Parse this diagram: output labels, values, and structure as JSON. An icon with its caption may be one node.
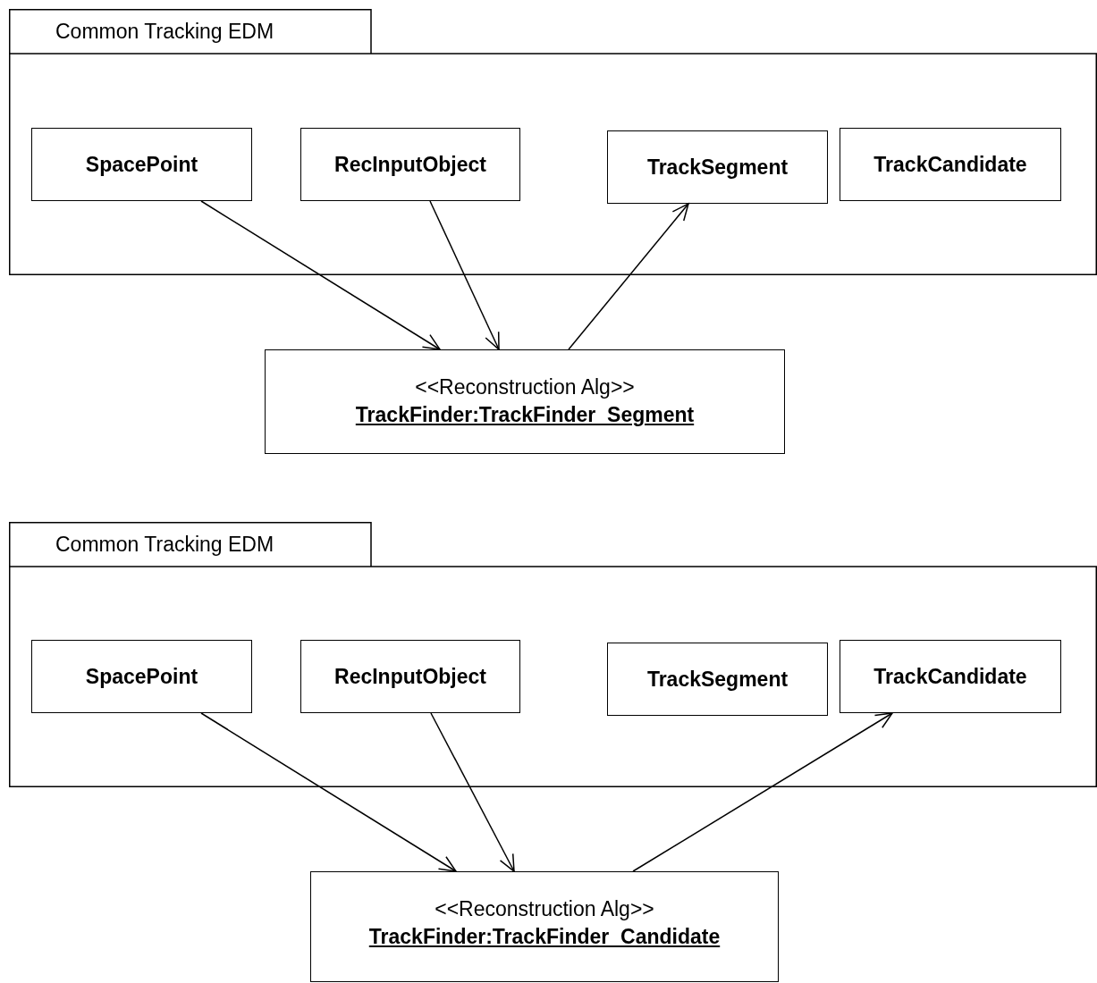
{
  "diagram": {
    "nodes": [
      {
        "text": [
          "Common Tracking EDM"
        ]
      },
      {
        "text": [
          "SpacePoint"
        ],
        "in": 0
      },
      {
        "text": [
          "RecInputObject"
        ],
        "in": 0
      },
      {
        "text": [
          "TrackSegment"
        ],
        "in": 0
      },
      {
        "text": [
          "TrackCandidate"
        ],
        "in": 0
      },
      {
        "text": [
          "<<Reconstruction Alg>>",
          "TrackFinder:TrackFinder_Segment"
        ]
      },
      {
        "text": [
          "Common Tracking EDM"
        ]
      },
      {
        "text": [
          "SpacePoint"
        ],
        "in": 6
      },
      {
        "text": [
          "RecInputObject"
        ],
        "in": 6
      },
      {
        "text": [
          "TrackSegment"
        ],
        "in": 6
      },
      {
        "text": [
          "TrackCandidate"
        ],
        "in": 6
      },
      {
        "text": [
          "<<Reconstruction Alg>>",
          "TrackFinder:TrackFinder_Candidate"
        ]
      }
    ],
    "edges": [
      {
        "from": 1,
        "to": 5,
        "arrow": "to"
      },
      {
        "from": 2,
        "to": 5,
        "arrow": "to"
      },
      {
        "from": 5,
        "to": 3,
        "arrow": "to"
      },
      {
        "from": 7,
        "to": 11,
        "arrow": "to"
      },
      {
        "from": 8,
        "to": 11,
        "arrow": "to"
      },
      {
        "from": 11,
        "to": 10,
        "arrow": "to"
      }
    ]
  }
}
